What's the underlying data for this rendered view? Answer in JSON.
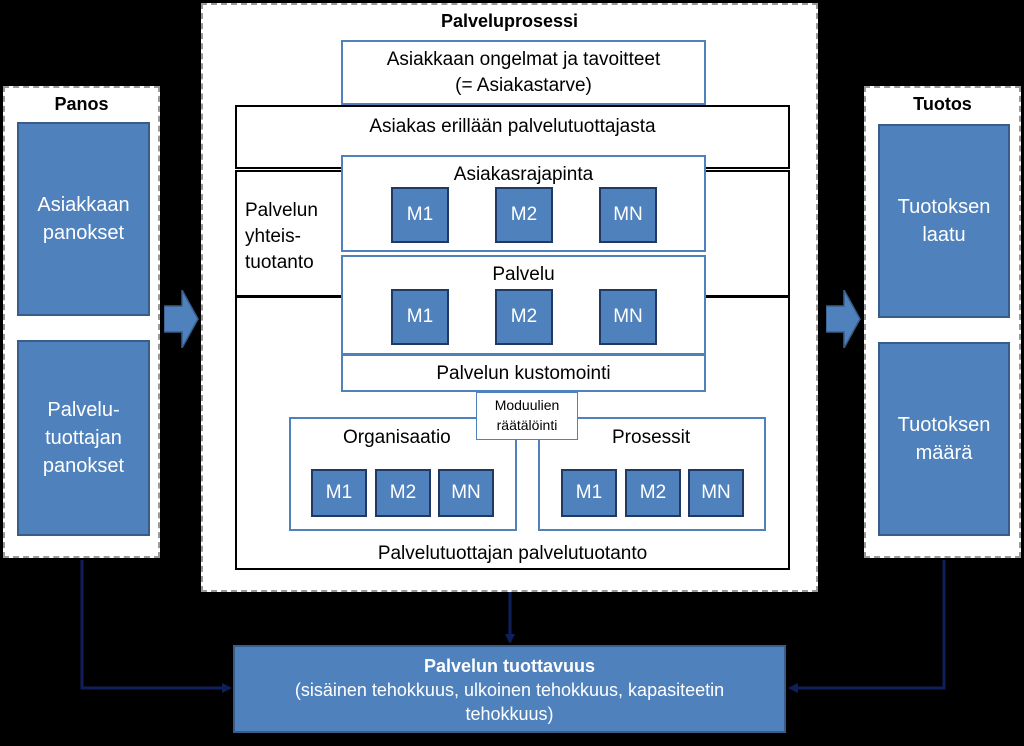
{
  "panos": {
    "title": "Panos",
    "box1": "Asiakkaan panokset",
    "box2": "Palvelu-tuottajan panokset"
  },
  "process": {
    "title": "Palveluprosessi",
    "needs_line1": "Asiakkaan ongelmat ja tavoitteet",
    "needs_line2": "(= Asiakastarve)",
    "separate": "Asiakas erillään palvelutuottajasta",
    "coproduction": "Palvelun yhteis-tuotanto",
    "interface": "Asiakasrajapinta",
    "service": "Palvelu",
    "customization": "Palvelun kustomointi",
    "tailoring": "Moduulien räätälöinti",
    "organisation": "Organisaatio",
    "processes": "Prosessit",
    "production": "Palvelutuottajan palvelutuotanto",
    "modules": [
      "M1",
      "M2",
      "MN"
    ]
  },
  "tuotos": {
    "title": "Tuotos",
    "box1": "Tuotoksen laatu",
    "box2": "Tuotoksen määrä"
  },
  "productivity": {
    "title": "Palvelun tuottavuus",
    "line2": "(sisäinen tehokkuus, ulkoinen tehokkuus, kapasiteetin",
    "line3": "tehokkuus)"
  },
  "colors": {
    "box_fill": "#4f81bd",
    "module_border": "#1f3864",
    "connector": "#0f1f5c"
  }
}
